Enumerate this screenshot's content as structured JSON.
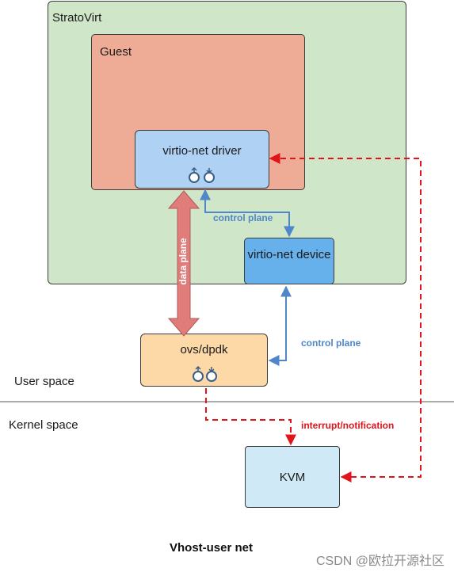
{
  "boxes": {
    "stratovirt": "StratoVirt",
    "guest": "Guest",
    "driver": "virtio-net driver",
    "device": "virtio-net device",
    "ovs": "ovs/dpdk",
    "kvm": "KVM"
  },
  "edges": {
    "control_plane_1": "control plane",
    "control_plane_2": "control plane",
    "data_plane": "data plane",
    "interrupt": "interrupt/notification"
  },
  "regions": {
    "user_space": "User space",
    "kernel_space": "Kernel space"
  },
  "caption": "Vhost-user net",
  "watermark": "CSDN @欧拉开源社区",
  "colors": {
    "stratovirt_fill": "#cfe6c9",
    "guest_fill": "#eeab95",
    "driver_fill": "#aed1f4",
    "device_fill": "#66b0ec",
    "ovs_fill": "#fdd9a8",
    "kvm_fill": "#cfe9f6",
    "control_plane": "#4f87c8",
    "data_plane": "#e07c7a",
    "interrupt": "#e0141a"
  }
}
